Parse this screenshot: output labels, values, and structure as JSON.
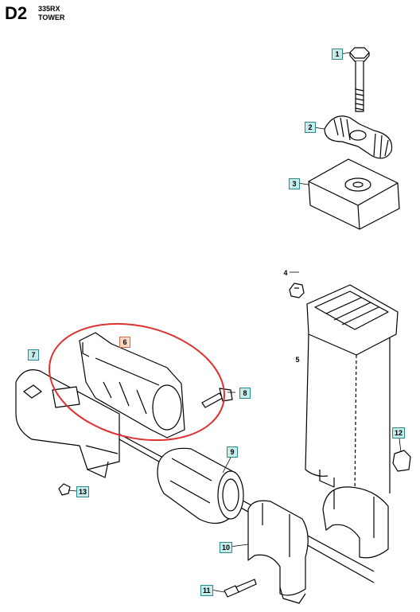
{
  "header": {
    "code": "D2",
    "model": "335RX",
    "section": "TOWER"
  },
  "callouts": [
    {
      "id": "1",
      "style": "box"
    },
    {
      "id": "2",
      "style": "box"
    },
    {
      "id": "3",
      "style": "box"
    },
    {
      "id": "4",
      "style": "plain"
    },
    {
      "id": "5",
      "style": "plain"
    },
    {
      "id": "6",
      "style": "red"
    },
    {
      "id": "7",
      "style": "box"
    },
    {
      "id": "8",
      "style": "box"
    },
    {
      "id": "9",
      "style": "box"
    },
    {
      "id": "10",
      "style": "box"
    },
    {
      "id": "11",
      "style": "box"
    },
    {
      "id": "12",
      "style": "box"
    },
    {
      "id": "13",
      "style": "box"
    }
  ],
  "highlight_color": "#e03030",
  "callout_color": "#c6ecec"
}
